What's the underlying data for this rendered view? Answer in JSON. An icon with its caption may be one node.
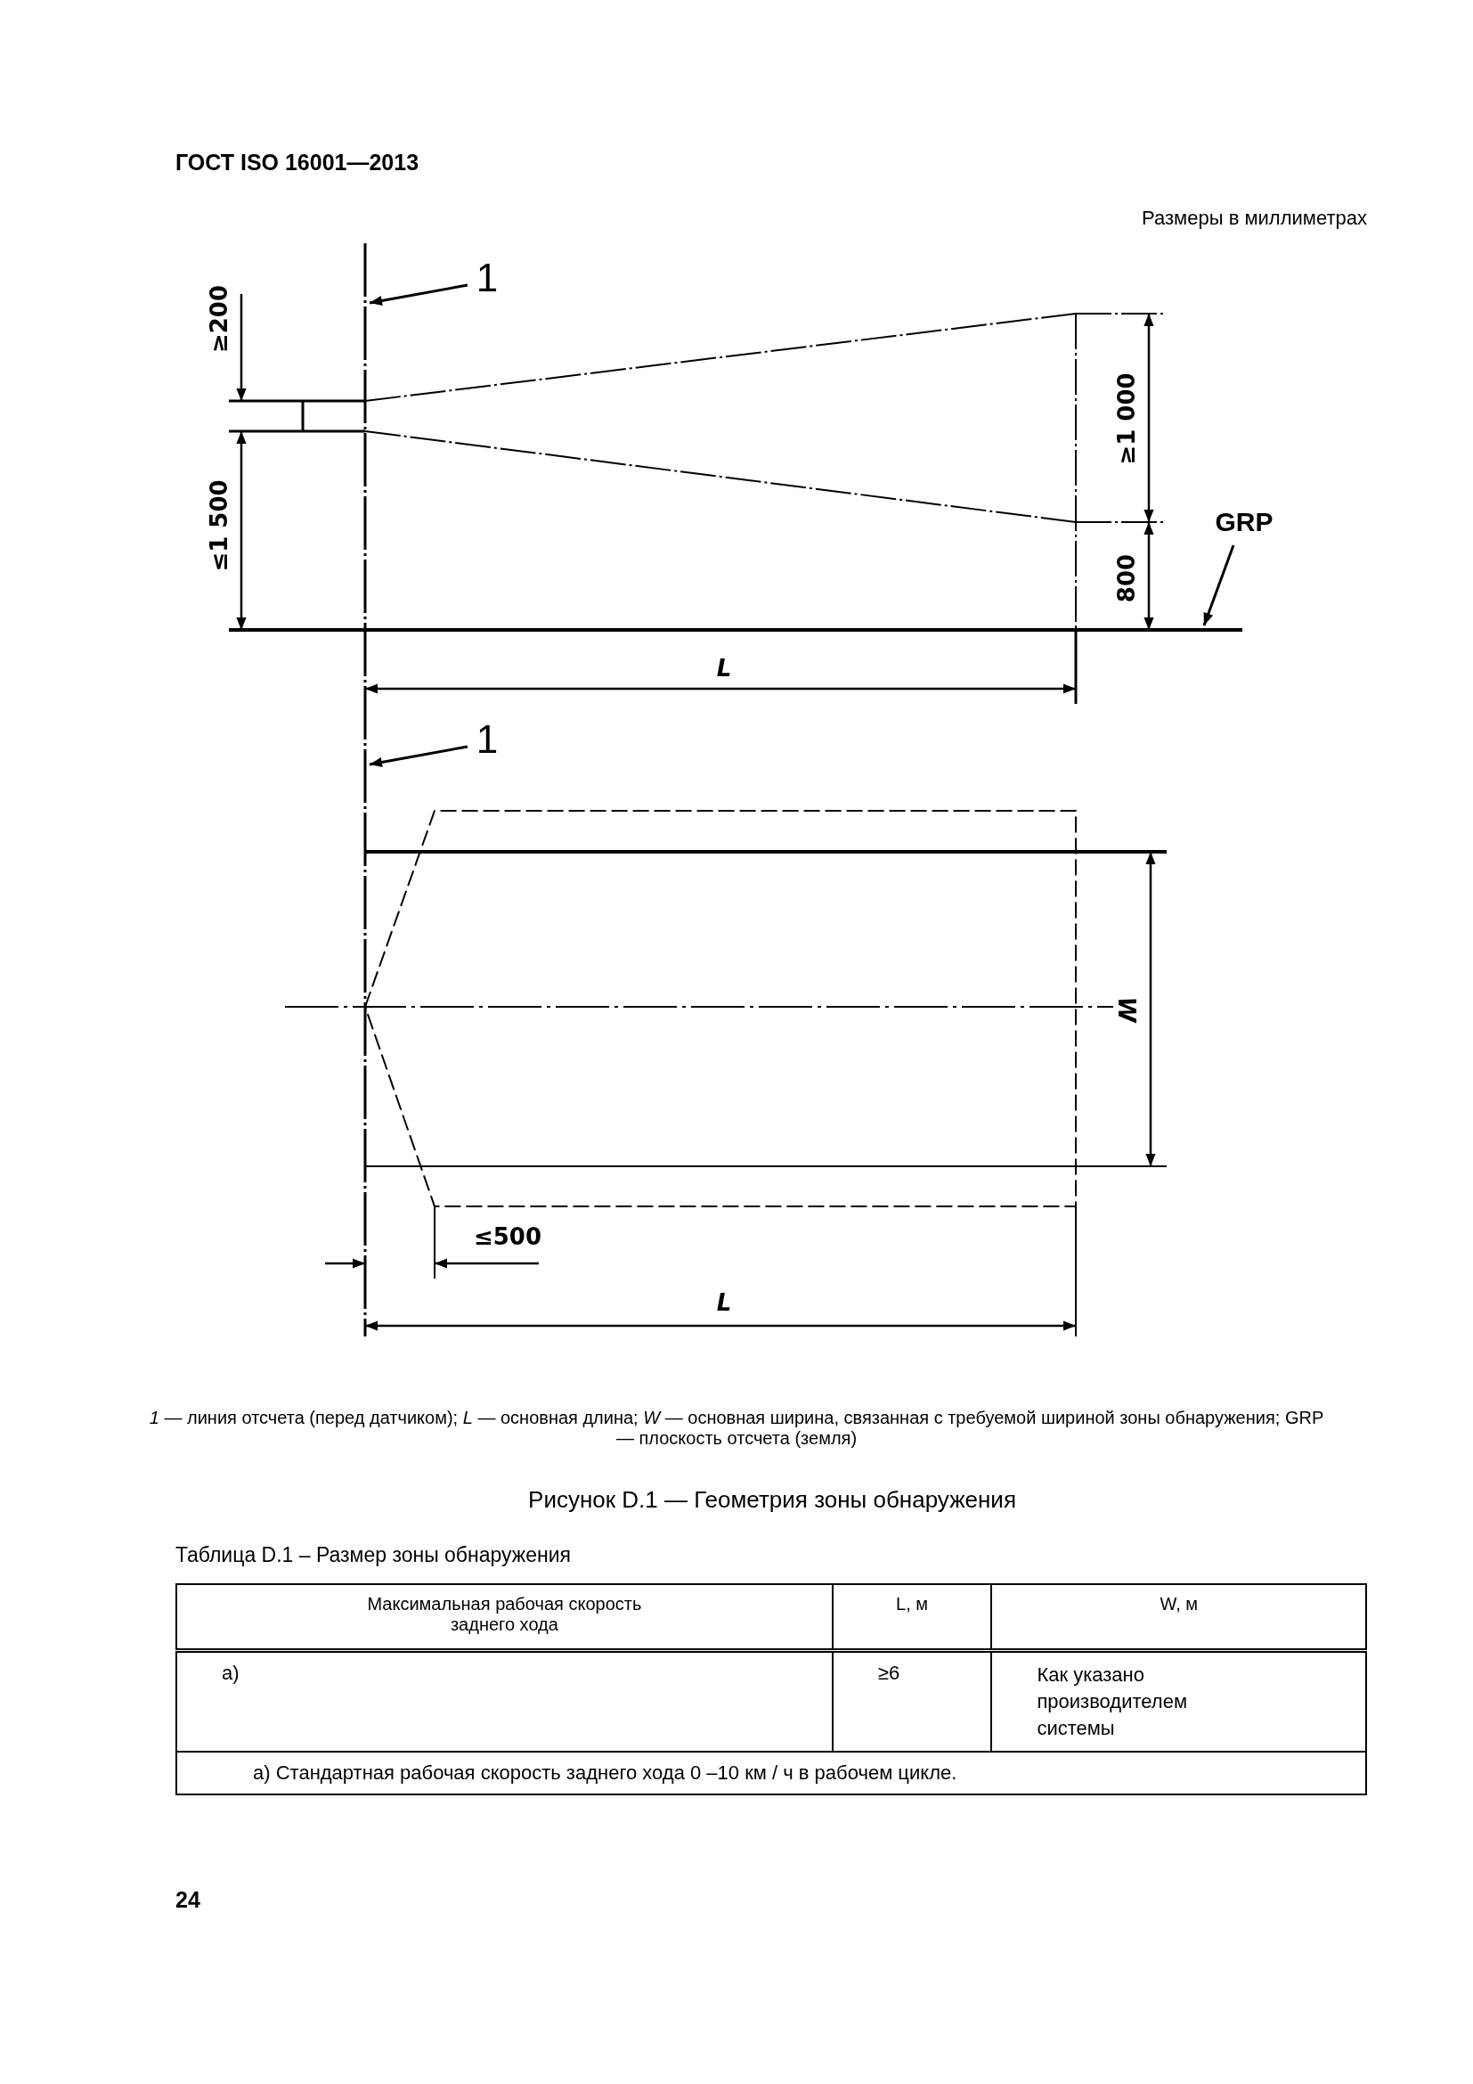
{
  "diagram": {
    "caption": "Рисунок D.1 — Геометрия зоны обнаружения",
    "nodes": [
      {
        "text": [
          "1"
        ]
      },
      {
        "text": [
          "1"
        ]
      },
      {
        "text": [
          "GRP"
        ]
      }
    ],
    "edges": [
      {
        "from": 0,
        "to": null,
        "arrow": "to"
      },
      {
        "from": 1,
        "to": null,
        "arrow": "to"
      },
      {
        "from": 2,
        "to": null,
        "arrow": "to"
      }
    ],
    "labels": [
      "ГОСТ ISO 16001—2013",
      "Размеры в миллиметрах",
      "≥200",
      "≤1 500",
      "≥1 000",
      "800",
      "L",
      "W",
      "≤500",
      "L",
      "*1* — линия отсчета (перед датчиком); *L* — основная длина; *W* — основная ширина, связанная с требуемой шириной зоны обнаружения; GRP — плоскость отсчета (земля)",
      "Таблица D.1 – Размер зоны обнаружения",
      "Максимальная рабочая скорость заднего хода",
      "L, м",
      "W, м",
      "а)",
      "≥6",
      "Как указано производителем системы",
      "а) Стандартная рабочая скорость заднего хода 0 –10 км / ч в рабочем цикле.",
      "24"
    ]
  }
}
